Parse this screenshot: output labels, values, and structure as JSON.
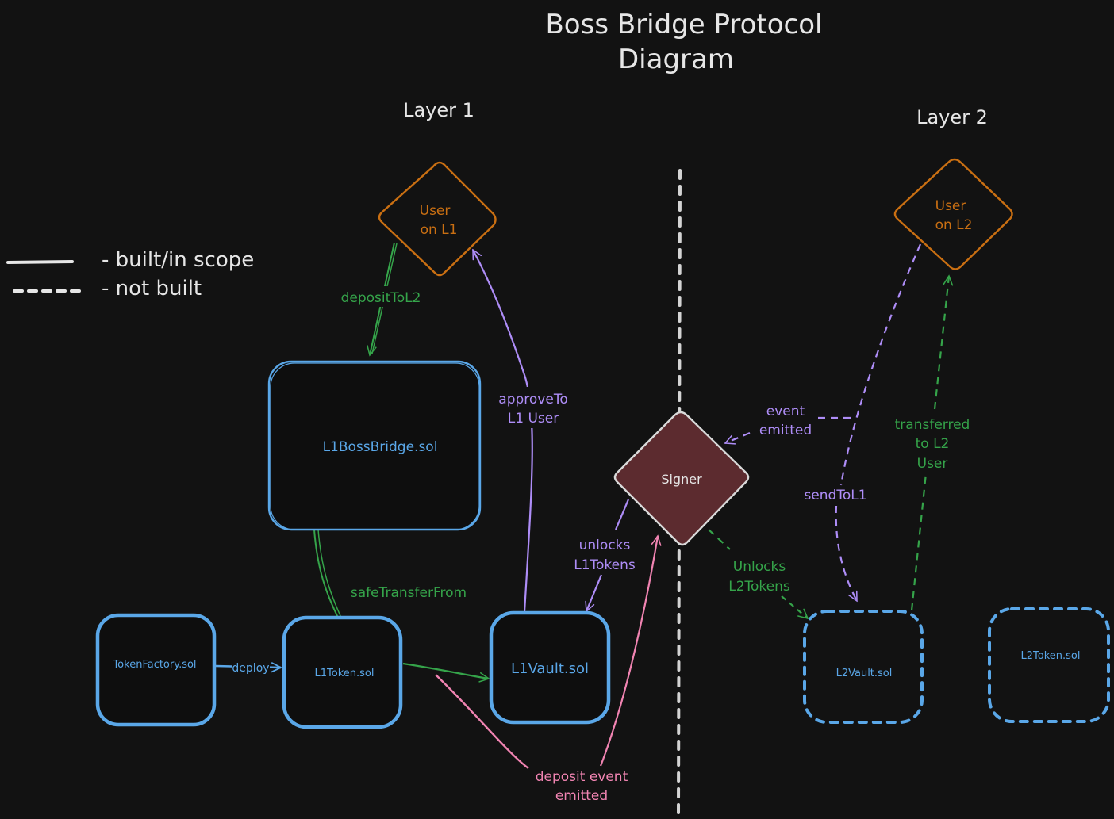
{
  "title": {
    "line1": "Boss Bridge Protocol",
    "line2": "Diagram"
  },
  "layers": {
    "layer1": "Layer 1",
    "layer2": "Layer 2"
  },
  "legend": {
    "solid": "- built/in scope",
    "dashed": "- not built"
  },
  "nodes": {
    "user_l1": {
      "line1": "User",
      "line2": "on L1"
    },
    "user_l2": {
      "line1": "User",
      "line2": "on L2"
    },
    "l1_boss_bridge": "L1BossBridge.sol",
    "token_factory": "TokenFactory.sol",
    "l1_token": "L1Token.sol",
    "l1_vault": "L1Vault.sol",
    "signer": "Signer",
    "l2_vault": "L2Vault.sol",
    "l2_token": "L2Token.sol"
  },
  "edges": {
    "deposit_to_l2": "depositToL2",
    "approve_to_l1_user": {
      "line1": "approveTo",
      "line2": "L1 User"
    },
    "safe_transfer_from": "safeTransferFrom",
    "deploy": "deploy",
    "unlocks_l1_tokens": {
      "line1": "unlocks",
      "line2": "L1Tokens"
    },
    "deposit_event_emitted": {
      "line1": "deposit event",
      "line2": "emitted"
    },
    "event_emitted": {
      "line1": "event",
      "line2": "emitted"
    },
    "send_to_l1": "sendToL1",
    "unlocks_l2_tokens": {
      "line1": "Unlocks",
      "line2": "L2Tokens"
    },
    "transferred_to_l2_user": {
      "line1": "transferred",
      "line2": "to L2",
      "line3": "User"
    }
  },
  "colors": {
    "background": "#121212",
    "text": "#e6e6e6",
    "contract": "#5aa7e8",
    "user": "#c96f12",
    "green_edge": "#35a44a",
    "purple_edge": "#ae8df7",
    "pink_edge": "#f184b2",
    "signer_fill": "#5c2b2f",
    "signer_stroke": "#d9d9d9"
  }
}
